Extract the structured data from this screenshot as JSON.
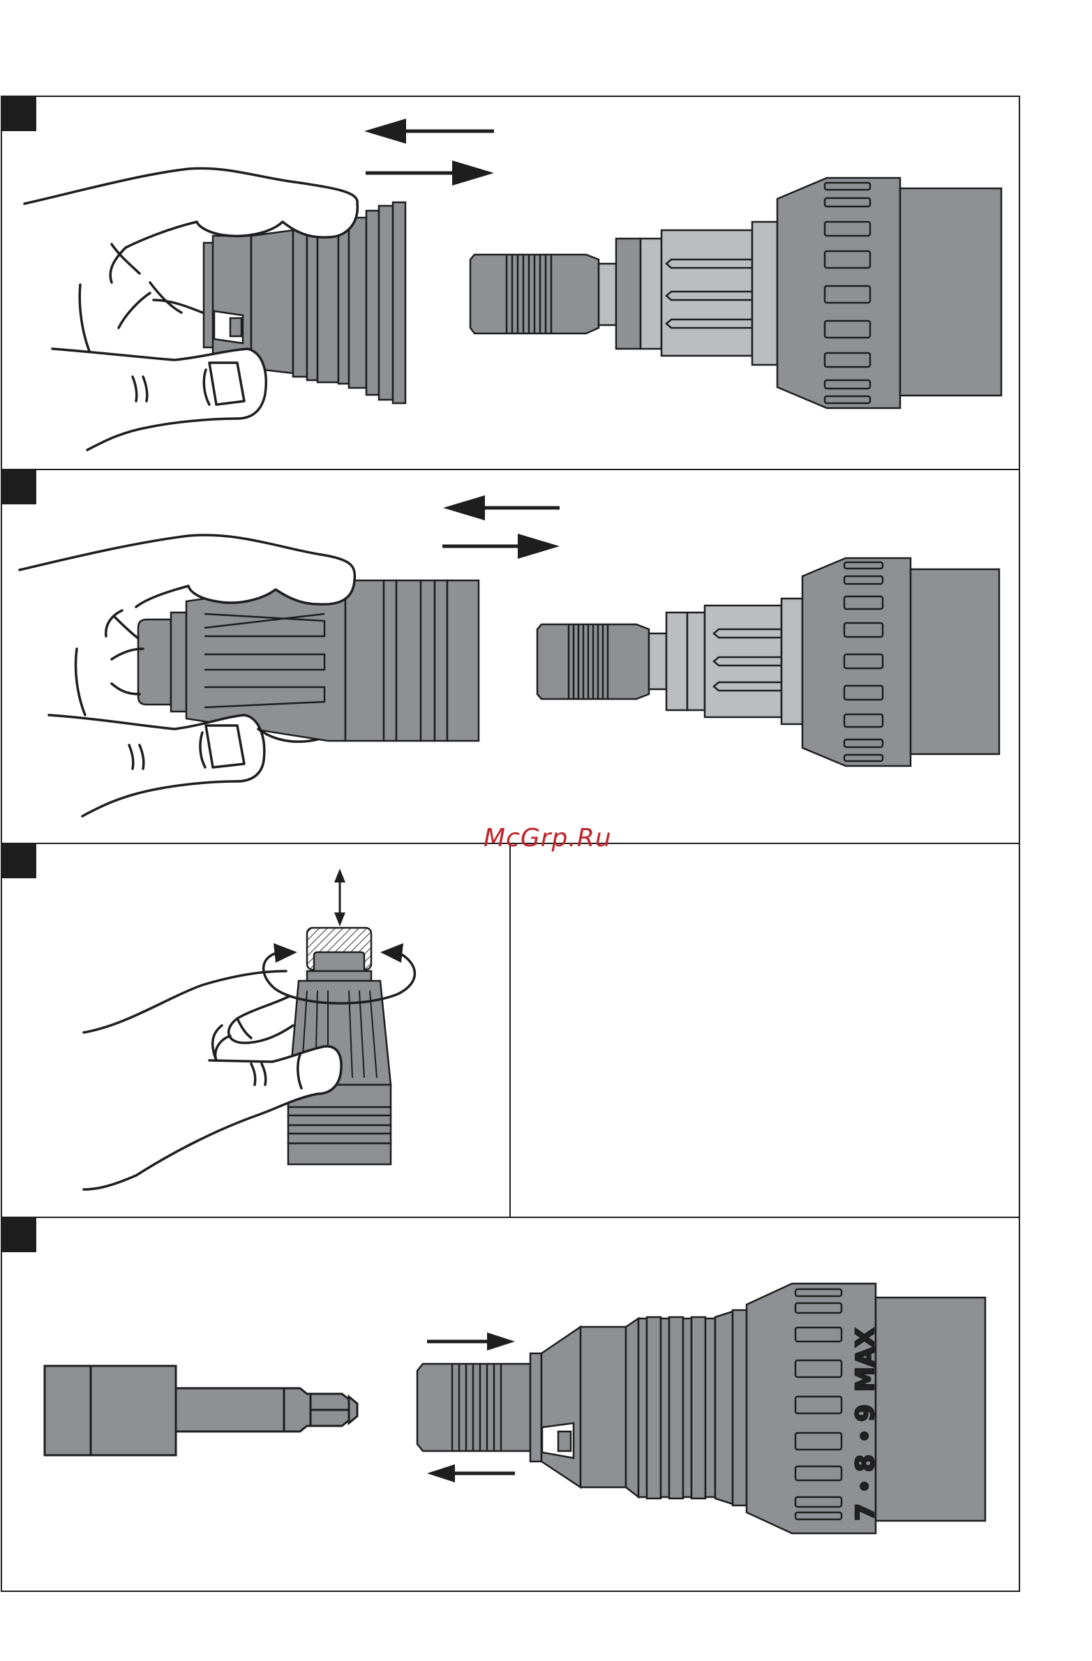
{
  "watermark": "McGrp.Ru",
  "panels": [
    {
      "id": 1,
      "icons": [
        "hand-icon",
        "chuck-removed-icon",
        "drill-spindle-icon",
        "double-arrow-icon"
      ]
    },
    {
      "id": 2,
      "icons": [
        "hand-icon",
        "chuck-removed-icon",
        "drill-spindle-icon",
        "double-arrow-icon"
      ]
    },
    {
      "id": 3,
      "icons": [
        "hand-icon",
        "chuck-rotate-icon",
        "rotation-arrow-icon",
        "vertical-arrow-icon"
      ]
    },
    {
      "id": 4,
      "icons": [
        "screwdriver-bit-icon",
        "bit-holder-icon",
        "torque-collar-icon",
        "double-arrow-icon"
      ]
    }
  ],
  "collar": {
    "max_label": "MAX",
    "numbers": [
      "7",
      "•",
      "8",
      "•",
      "9"
    ]
  },
  "colors": {
    "dark_gray": "#8f9094",
    "light_gray": "#bcbdc1",
    "outline": "#1e1e1e",
    "watermark": "#c0242b"
  }
}
